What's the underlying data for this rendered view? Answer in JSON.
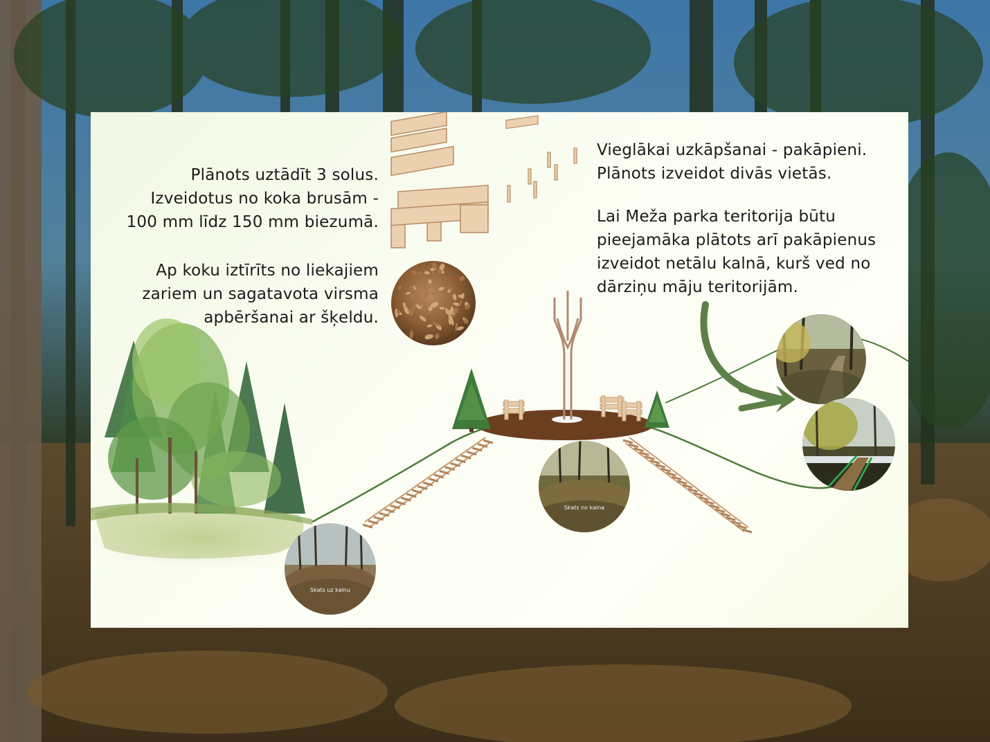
{
  "text": {
    "benches": [
      "Plānots uztādīt 3 solus.",
      "Izveidotus no koka brusām -",
      "100 mm līdz 150 mm biezumā."
    ],
    "chips": [
      "Ap koku iztīrīts no liekajiem",
      "zariem un sagatavota virsma",
      "apbēršanai ar šķeldu."
    ],
    "steps": [
      "Vieglākai uzkāpšanai - pakāpieni.",
      "Plānots izveidot divās vietās."
    ],
    "access": [
      "Lai Meža parka teritorija būtu",
      "pieejamāka plātots arī pakāpienus",
      "izveidot netālu kalnā, kurš ved no",
      "dārziņu māju teritorijām."
    ]
  },
  "captions": {
    "hill_view": "Skats no kalna",
    "to_hill_view": "Skats uz kalnu"
  },
  "colors": {
    "board_bg": "#f8fcec",
    "path_green": "#4f7a3a",
    "arrow_green": "#5d7f48",
    "plateau_brown": "#6b3e20",
    "wood": "#e7cba8",
    "text": "#1b1b1b"
  },
  "icons": {
    "bench": "bench-icon",
    "steps": "steps-icon",
    "wood_chips": "wood-chips-icon",
    "tree": "tree-icon",
    "arrow": "curved-arrow-icon"
  }
}
